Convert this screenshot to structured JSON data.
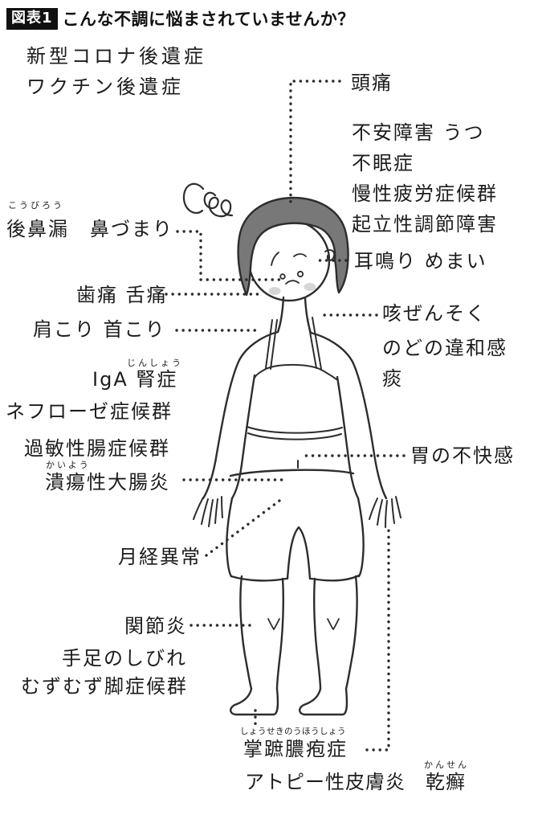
{
  "header": {
    "badge": "図表1",
    "title": "こんな不調に悩まされていませんか？"
  },
  "general_labels": [
    {
      "text": "新型コロナ後遺症"
    },
    {
      "text": "ワクチン後遺症"
    }
  ],
  "left_labels": [
    {
      "furigana": "こうびろう",
      "text": "後鼻漏　鼻づまり"
    },
    {
      "text": "歯痛 舌痛"
    },
    {
      "text": "肩こり 首こり"
    },
    {
      "furigana": "じんしょう",
      "text": "IgA 腎症"
    },
    {
      "text": "ネフローゼ症候群"
    },
    {
      "text": "過敏性腸症候群"
    },
    {
      "furigana": "かいよう",
      "text": "潰瘍性大腸炎"
    },
    {
      "text": "月経異常"
    },
    {
      "text": "関節炎"
    },
    {
      "text": "手足のしびれ"
    },
    {
      "text": "むずむず脚症候群"
    }
  ],
  "right_labels": [
    {
      "text": "頭痛"
    },
    {
      "text": "不安障害 うつ"
    },
    {
      "text": "不眠症"
    },
    {
      "text": "慢性疲労症候群"
    },
    {
      "text": "起立性調節障害"
    },
    {
      "text": "耳鳴り めまい"
    },
    {
      "text": "咳ぜんそく"
    },
    {
      "text": "のどの違和感"
    },
    {
      "text": "痰"
    },
    {
      "text": "胃の不快感"
    }
  ],
  "bottom_labels": [
    {
      "furigana": "しょうせきのうほうしょう",
      "text": "掌蹠膿疱症"
    },
    {
      "furigana": "かんせん",
      "text": "アトピー性皮膚炎　乾癬"
    }
  ],
  "illustration": {
    "figure": "worried-woman-full-body",
    "colors": {
      "ink": "#2d2d2d",
      "hair_fill": "#787878",
      "blush": "#d6d6d6",
      "badge_bg": "#111111",
      "background": "#ffffff"
    }
  }
}
